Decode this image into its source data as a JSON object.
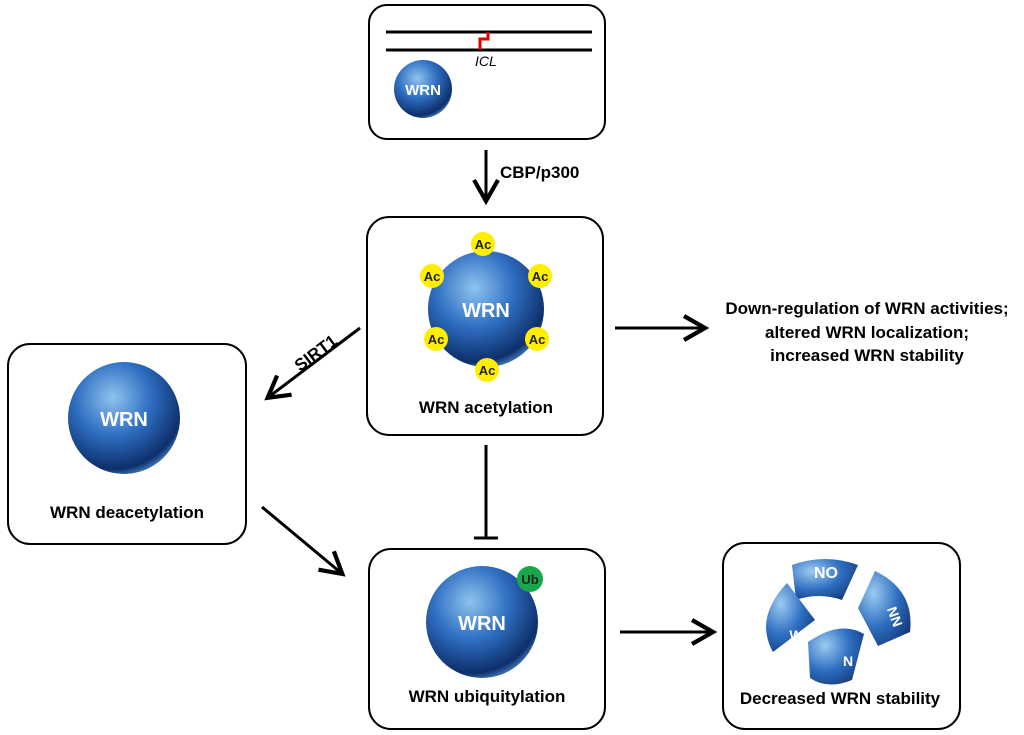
{
  "icl_label": "ICL",
  "wrn": "WRN",
  "ac": "Ac",
  "ub": "Ub",
  "cbp_label": "CBP/p300",
  "sirt1_label": "SIRT1",
  "acetylation_label": "WRN acetylation",
  "deacetylation_label": "WRN deacetylation",
  "ubiquitylation_label": "WRN ubiquitylation",
  "decreased_label": "Decreased WRN stability",
  "outcome_lines": [
    "Down-regulation of WRN activities;",
    "altered WRN localization;",
    "increased WRN stability"
  ],
  "fragment_text": [
    "NO",
    "W",
    "NN",
    "N"
  ],
  "colors": {
    "sphere_dark": "#0d2f6b",
    "sphere_mid": "#2f6fc2",
    "sphere_light": "#8fc3ee",
    "acetyl": "#ffee00",
    "ubiquitin": "#1aa64a",
    "icl": "#e00000"
  }
}
